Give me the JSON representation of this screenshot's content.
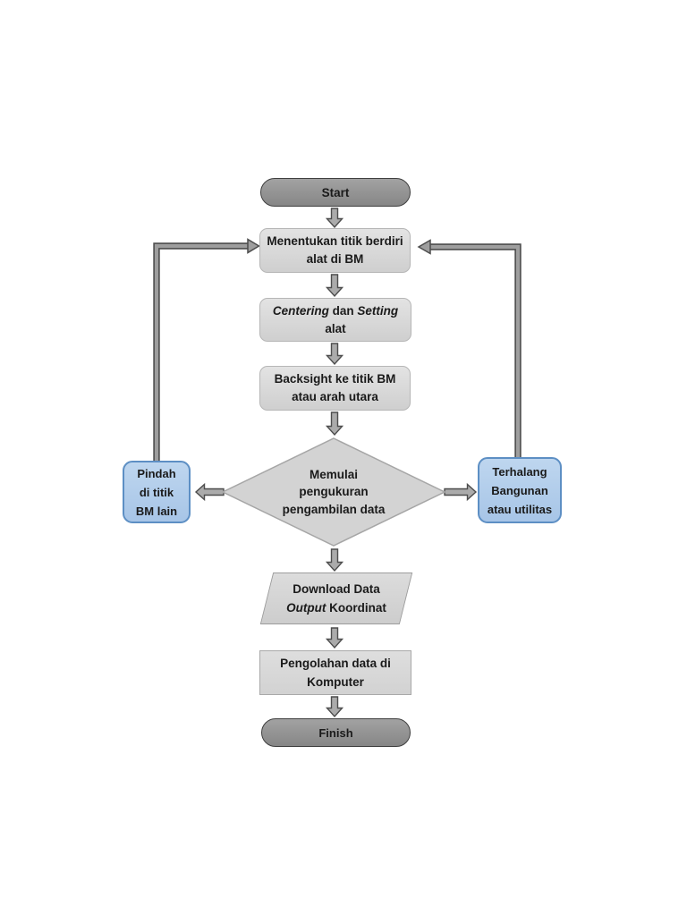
{
  "flowchart": {
    "description": "Survey measurement workflow flowchart",
    "nodes": {
      "start": {
        "type": "terminator",
        "label": "Start"
      },
      "determine_station": {
        "type": "process",
        "lines": [
          [
            {
              "t": "Menentukan titik berdiri"
            }
          ],
          [
            {
              "t": "alat di BM"
            }
          ]
        ]
      },
      "centering_setting": {
        "type": "process",
        "lines": [
          [
            {
              "t": "Centering",
              "i": true
            },
            {
              "t": " dan "
            },
            {
              "t": "Setting",
              "i": true
            }
          ],
          [
            {
              "t": "alat"
            }
          ]
        ]
      },
      "backsight": {
        "type": "process",
        "lines": [
          [
            {
              "t": "Backsight ke titik BM"
            }
          ],
          [
            {
              "t": "atau arah utara"
            }
          ]
        ]
      },
      "decision": {
        "type": "decision",
        "lines": [
          [
            {
              "t": "Memulai"
            }
          ],
          [
            {
              "t": "pengukuran"
            }
          ],
          [
            {
              "t": "pengambilan data"
            }
          ]
        ]
      },
      "move_bm": {
        "type": "side",
        "lines": [
          [
            {
              "t": "Pindah"
            }
          ],
          [
            {
              "t": "di titik"
            }
          ],
          [
            {
              "t": "BM lain"
            }
          ]
        ]
      },
      "blocked": {
        "type": "side",
        "lines": [
          [
            {
              "t": "Terhalang"
            }
          ],
          [
            {
              "t": "Bangunan"
            }
          ],
          [
            {
              "t": "atau utilitas"
            }
          ]
        ]
      },
      "download_data": {
        "type": "input_output",
        "lines": [
          [
            {
              "t": "Download Data"
            }
          ],
          [
            {
              "t": "Output",
              "i": true
            },
            {
              "t": " Koordinat"
            }
          ]
        ]
      },
      "data_processing": {
        "type": "process",
        "lines": [
          [
            {
              "t": "Pengolahan data di"
            }
          ],
          [
            {
              "t": "Komputer"
            }
          ]
        ]
      },
      "finish": {
        "type": "terminator",
        "label": "Finish"
      }
    },
    "colors": {
      "terminator_fill": "#8e8e8e",
      "terminator_border": "#3f3f3f",
      "process_fill": "#d9d9d9",
      "process_border": "#b6b6b6",
      "decision_fill": "#d3d3d3",
      "decision_border": "#a6a6a6",
      "side_fill": "#b3cfec",
      "side_border": "#5d8fc4",
      "connector_fill": "#ababab",
      "connector_outline": "#4d4d4d"
    }
  }
}
